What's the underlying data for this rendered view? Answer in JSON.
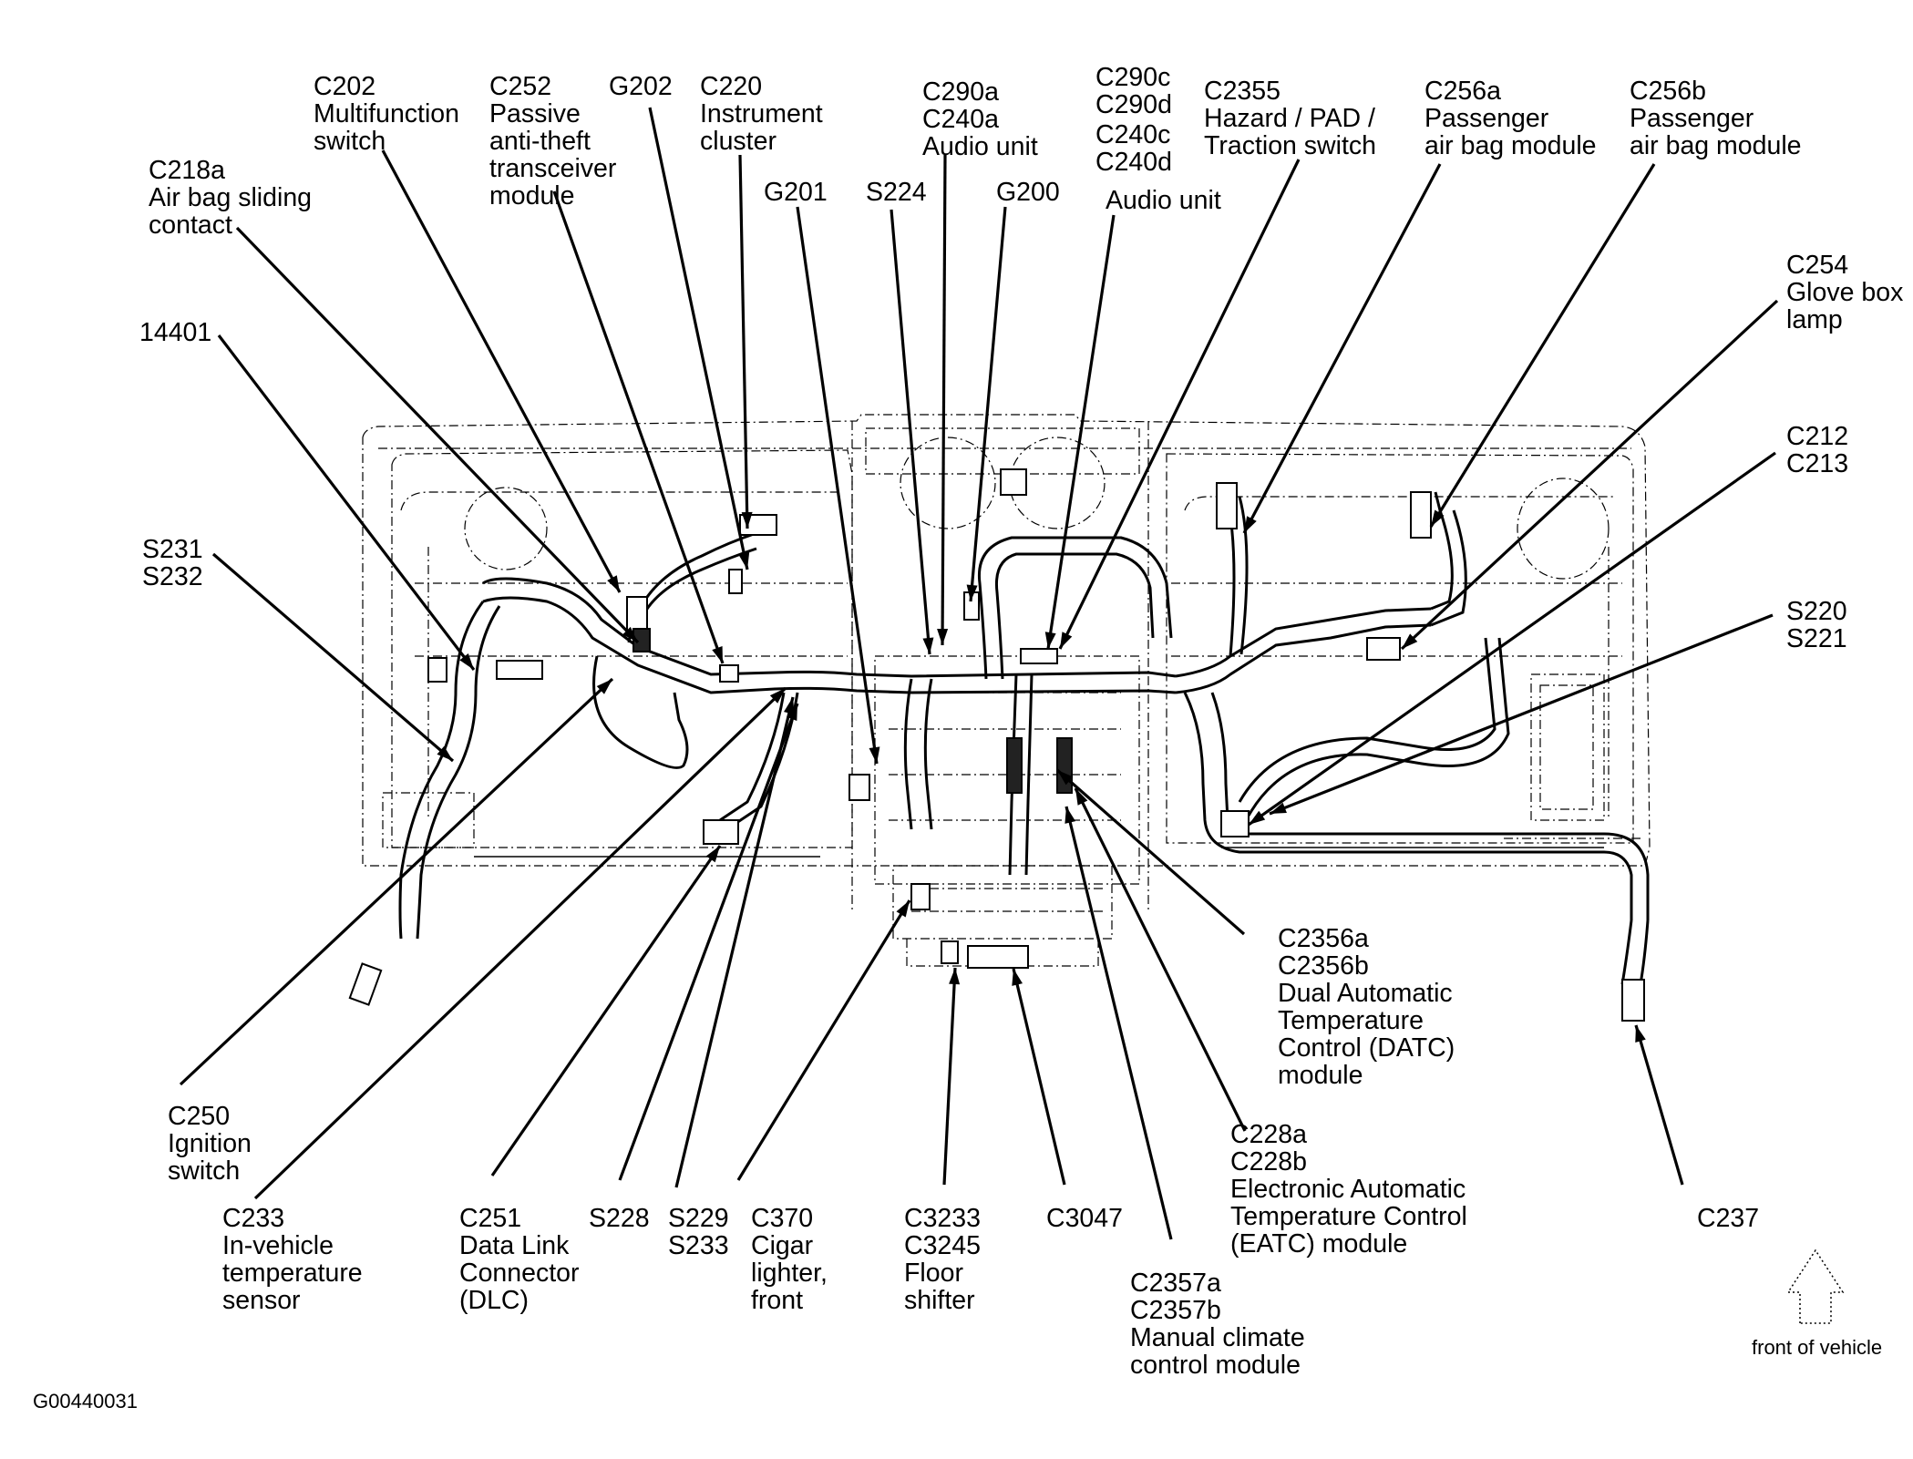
{
  "figure_id": "G00440031",
  "orientation_note": "front of vehicle",
  "labels": [
    {
      "id": "c218a",
      "lines": [
        "C218a",
        "Air bag sliding",
        "contact"
      ]
    },
    {
      "id": "c202",
      "lines": [
        "C202",
        "Multifunction",
        "switch"
      ]
    },
    {
      "id": "c252",
      "lines": [
        "C252",
        "Passive",
        "anti-theft",
        "transceiver",
        "module"
      ]
    },
    {
      "id": "g202",
      "lines": [
        "G202"
      ]
    },
    {
      "id": "c220",
      "lines": [
        "C220",
        "Instrument",
        "cluster"
      ]
    },
    {
      "id": "g201",
      "lines": [
        "G201"
      ]
    },
    {
      "id": "s224",
      "lines": [
        "S224"
      ]
    },
    {
      "id": "c290a",
      "lines": [
        "C290a",
        "C240a",
        "Audio unit"
      ]
    },
    {
      "id": "g200",
      "lines": [
        "G200"
      ]
    },
    {
      "id": "c290c",
      "lines": [
        "C290c",
        "C290d"
      ]
    },
    {
      "id": "c240c",
      "lines": [
        "C240c",
        "C240d"
      ]
    },
    {
      "id": "audio2",
      "lines": [
        "Audio unit"
      ]
    },
    {
      "id": "c2355",
      "lines": [
        "C2355",
        "Hazard / PAD /",
        "Traction switch"
      ]
    },
    {
      "id": "c256a",
      "lines": [
        "C256a",
        "Passenger",
        "air bag module"
      ]
    },
    {
      "id": "c256b",
      "lines": [
        "C256b",
        "Passenger",
        "air bag module"
      ]
    },
    {
      "id": "c254",
      "lines": [
        "C254",
        "Glove box",
        "lamp"
      ]
    },
    {
      "id": "c212",
      "lines": [
        "C212",
        "C213"
      ]
    },
    {
      "id": "s220",
      "lines": [
        "S220",
        "S221"
      ]
    },
    {
      "id": "i14401",
      "lines": [
        "14401"
      ]
    },
    {
      "id": "s231",
      "lines": [
        "S231",
        "S232"
      ]
    },
    {
      "id": "c250",
      "lines": [
        "C250",
        "Ignition",
        "switch"
      ]
    },
    {
      "id": "c233",
      "lines": [
        "C233",
        "In-vehicle",
        "temperature",
        "sensor"
      ]
    },
    {
      "id": "c251",
      "lines": [
        "C251",
        "Data Link",
        "Connector",
        "(DLC)"
      ]
    },
    {
      "id": "s228",
      "lines": [
        "S228"
      ]
    },
    {
      "id": "s229",
      "lines": [
        "S229",
        "S233"
      ]
    },
    {
      "id": "c370",
      "lines": [
        "C370",
        "Cigar",
        "lighter,",
        "front"
      ]
    },
    {
      "id": "c3233",
      "lines": [
        "C3233",
        "C3245",
        "Floor",
        "shifter"
      ]
    },
    {
      "id": "c3047",
      "lines": [
        "C3047"
      ]
    },
    {
      "id": "c2357",
      "lines": [
        "C2357a",
        "C2357b",
        "Manual climate",
        "control module"
      ]
    },
    {
      "id": "c228",
      "lines": [
        "C228a",
        "C228b",
        "Electronic Automatic",
        "Temperature Control",
        "(EATC) module"
      ]
    },
    {
      "id": "c2356",
      "lines": [
        "C2356a",
        "C2356b",
        "Dual Automatic",
        "Temperature",
        "Control (DATC)",
        "module"
      ]
    },
    {
      "id": "c237",
      "lines": [
        "C237"
      ]
    }
  ]
}
